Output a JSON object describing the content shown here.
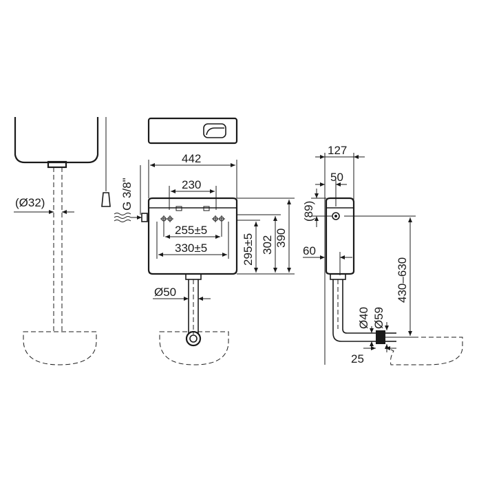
{
  "dimensions": {
    "d32": "(Ø32)",
    "width_442": "442",
    "width_230": "230",
    "inlet": "G 3/8\"",
    "width_255": "255±5",
    "width_330": "330±5",
    "height_295": "295±5",
    "height_302": "302",
    "height_390": "390",
    "d50": "Ø50",
    "depth_127": "127",
    "depth_50": "50",
    "height_89": "(89)",
    "depth_60": "60",
    "range_430_630": "430–630",
    "d40": "Ø40",
    "d59": "Ø59",
    "offset_25": "25"
  },
  "colors": {
    "line": "#1a1a1a",
    "background": "#ffffff"
  }
}
